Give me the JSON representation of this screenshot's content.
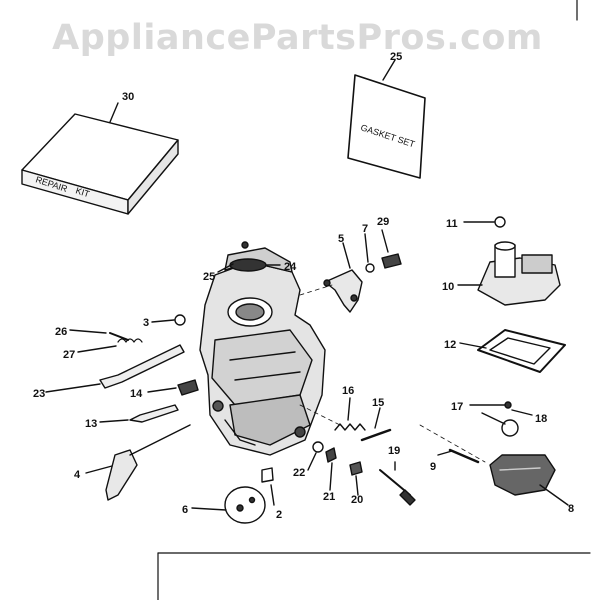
{
  "watermark": "AppliancePartsPros.com",
  "repair_kit": {
    "label_line1": "REPAIR",
    "label_line2": "KIT"
  },
  "gasket_set": {
    "label": "GASKET SET"
  },
  "callouts": [
    "30",
    "25",
    "29",
    "7",
    "5",
    "11",
    "10",
    "25",
    "24",
    "3",
    "26",
    "27",
    "12",
    "23",
    "14",
    "13",
    "16",
    "15",
    "17",
    "18",
    "4",
    "22",
    "21",
    "20",
    "19",
    "9",
    "6",
    "2",
    "8"
  ]
}
